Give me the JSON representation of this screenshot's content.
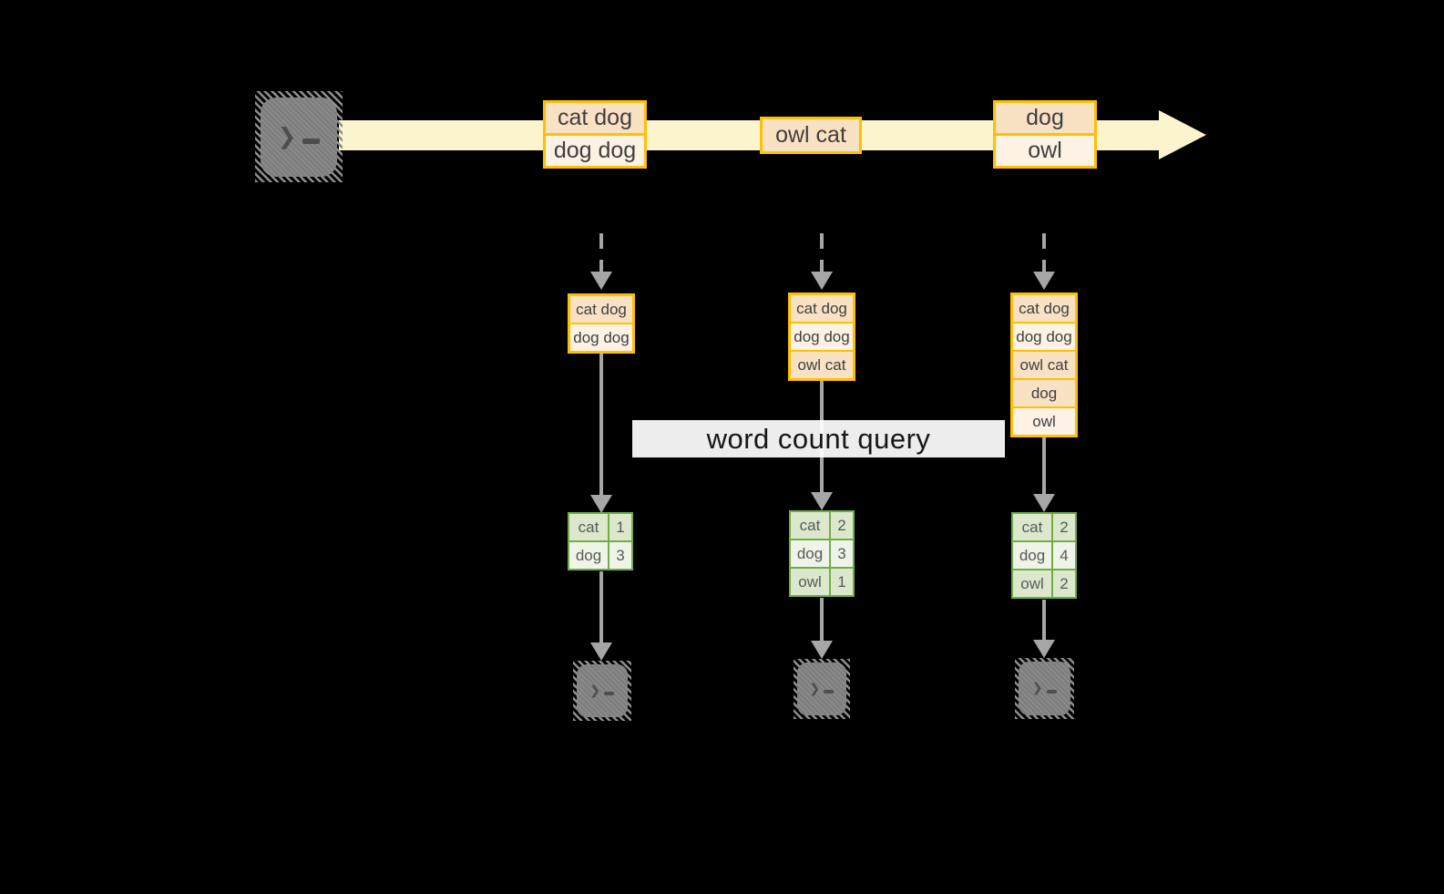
{
  "label": {
    "text": "word count query"
  },
  "colors": {
    "background": "#000000",
    "stream_band": "#fcf3cf",
    "event_border_orange": "#ffc000",
    "event_cell_peach": "#f9e1c3",
    "event_cell_cream": "#fdf2e4",
    "count_border_green": "#70ad47",
    "count_cell_dark_green": "#dbe8cc",
    "count_cell_light_green": "#eff4e8",
    "arrow_gray": "#a6a6a6",
    "terminal_gray": "#848484"
  },
  "source": {
    "icon": "terminal-icon"
  },
  "timeline": {
    "events": [
      {
        "cells": [
          {
            "text": "cat dog",
            "tone": "peach"
          },
          {
            "text": "dog dog",
            "tone": "cream"
          }
        ]
      },
      {
        "cells": [
          {
            "text": "owl cat",
            "tone": "peach"
          }
        ]
      },
      {
        "cells": [
          {
            "text": "dog",
            "tone": "peach"
          },
          {
            "text": "owl",
            "tone": "cream"
          }
        ]
      }
    ]
  },
  "columns": [
    {
      "buffer": {
        "cells": [
          {
            "text": "cat dog",
            "tone": "peach"
          },
          {
            "text": "dog dog",
            "tone": "cream"
          }
        ]
      },
      "counts": {
        "rows": [
          {
            "word": "cat",
            "count": "1"
          },
          {
            "word": "dog",
            "count": "3"
          }
        ]
      },
      "sink_icon": "terminal-icon"
    },
    {
      "buffer": {
        "cells": [
          {
            "text": "cat dog",
            "tone": "peach"
          },
          {
            "text": "dog dog",
            "tone": "cream"
          },
          {
            "text": "owl cat",
            "tone": "peach"
          }
        ]
      },
      "counts": {
        "rows": [
          {
            "word": "cat",
            "count": "2"
          },
          {
            "word": "dog",
            "count": "3"
          },
          {
            "word": "owl",
            "count": "1"
          }
        ]
      },
      "sink_icon": "terminal-icon"
    },
    {
      "buffer": {
        "cells": [
          {
            "text": "cat dog",
            "tone": "peach"
          },
          {
            "text": "dog dog",
            "tone": "cream"
          },
          {
            "text": "owl cat",
            "tone": "peach"
          },
          {
            "text": "dog",
            "tone": "peach"
          },
          {
            "text": "owl",
            "tone": "cream"
          }
        ]
      },
      "counts": {
        "rows": [
          {
            "word": "cat",
            "count": "2"
          },
          {
            "word": "dog",
            "count": "4"
          },
          {
            "word": "owl",
            "count": "2"
          }
        ]
      },
      "sink_icon": "terminal-icon"
    }
  ]
}
